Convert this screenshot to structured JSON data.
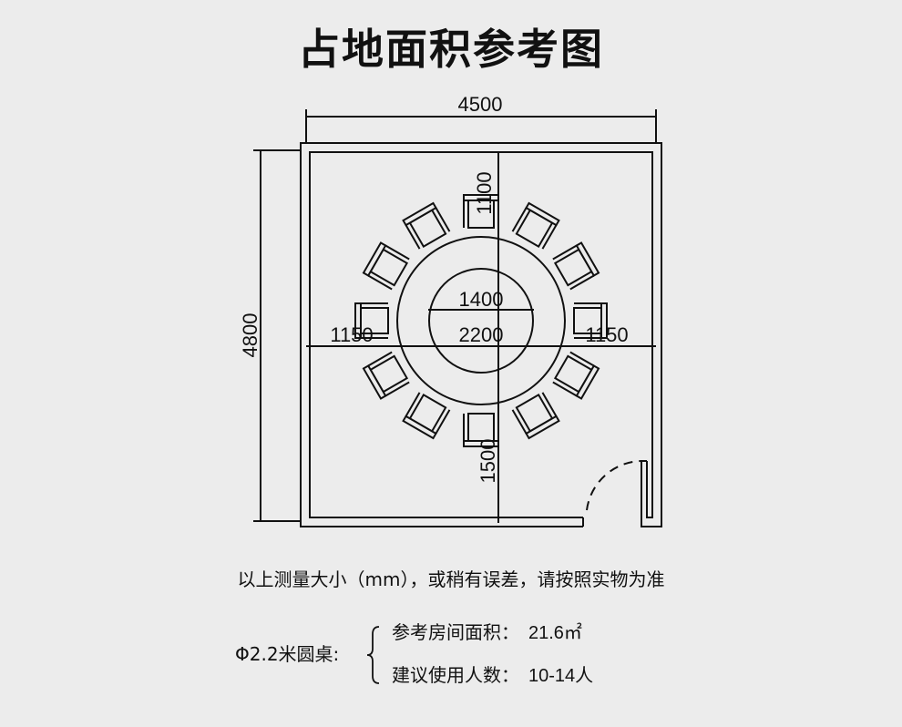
{
  "title": "占地面积参考图",
  "dimensions": {
    "room_width": "4500",
    "room_depth": "4800",
    "top_clearance": "1100",
    "bottom_clearance": "1500",
    "left_clearance": "1150",
    "right_clearance": "1150",
    "inner_circle": "1400",
    "table_diameter": "2200"
  },
  "note": "以上测量大小（mm），或稍有误差，请按照实物为准",
  "spec": {
    "label": "Φ2.2米圆桌:",
    "area_label": "参考房间面积：",
    "area_value": "21.6㎡",
    "people_label": "建议使用人数：",
    "people_value": "10-14人"
  },
  "table": {
    "chair_count": 12
  }
}
